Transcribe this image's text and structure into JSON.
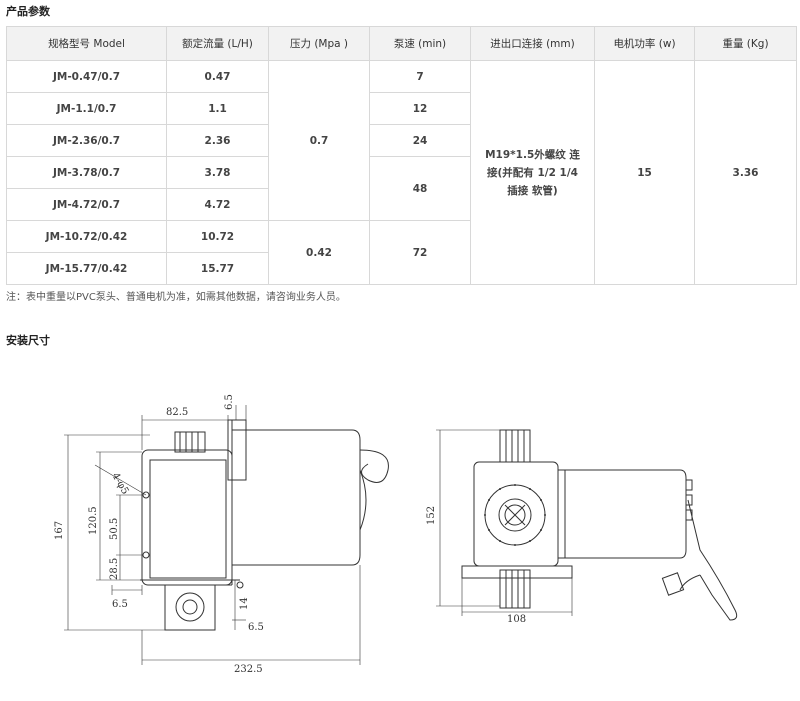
{
  "section1_title": "产品参数",
  "table": {
    "headers": [
      "规格型号 Model",
      "额定流量 (L/H)",
      "压力 (Mpa )",
      "泵速 (min)",
      "进出口连接 (mm)",
      "电机功率 (w)",
      "重量 (Kg)"
    ],
    "rows": [
      {
        "model": "JM-0.47/0.7",
        "flow": "0.47"
      },
      {
        "model": "JM-1.1/0.7",
        "flow": "1.1"
      },
      {
        "model": "JM-2.36/0.7",
        "flow": "2.36"
      },
      {
        "model": "JM-3.78/0.7",
        "flow": "3.78"
      },
      {
        "model": "JM-4.72/0.7",
        "flow": "4.72"
      },
      {
        "model": "JM-10.72/0.42",
        "flow": "10.72"
      },
      {
        "model": "JM-15.77/0.42",
        "flow": "15.77"
      }
    ],
    "pressure": [
      "0.7",
      "0.42"
    ],
    "speed": [
      "7",
      "12",
      "24",
      "48",
      "72"
    ],
    "connection": "M19*1.5外螺纹 连接(并配有 1/2  1/4插接 软管)",
    "power": "15",
    "weight": "3.36"
  },
  "note": "注：表中重量以PVC泵头、普通电机为准，如需其他数据，请咨询业务人员。",
  "section2_title": "安装尺寸",
  "dimensions": {
    "d82_5": "82.5",
    "d6_5_top": "6.5",
    "d4_phi5": "4-φ5",
    "d167": "167",
    "d120_5": "120.5",
    "d50_5": "50.5",
    "d28_5": "28.5",
    "d6_5_left": "6.5",
    "d14": "14",
    "d6_5_bottom": "6.5",
    "d232_5": "232.5",
    "d152": "152",
    "d108": "108"
  }
}
